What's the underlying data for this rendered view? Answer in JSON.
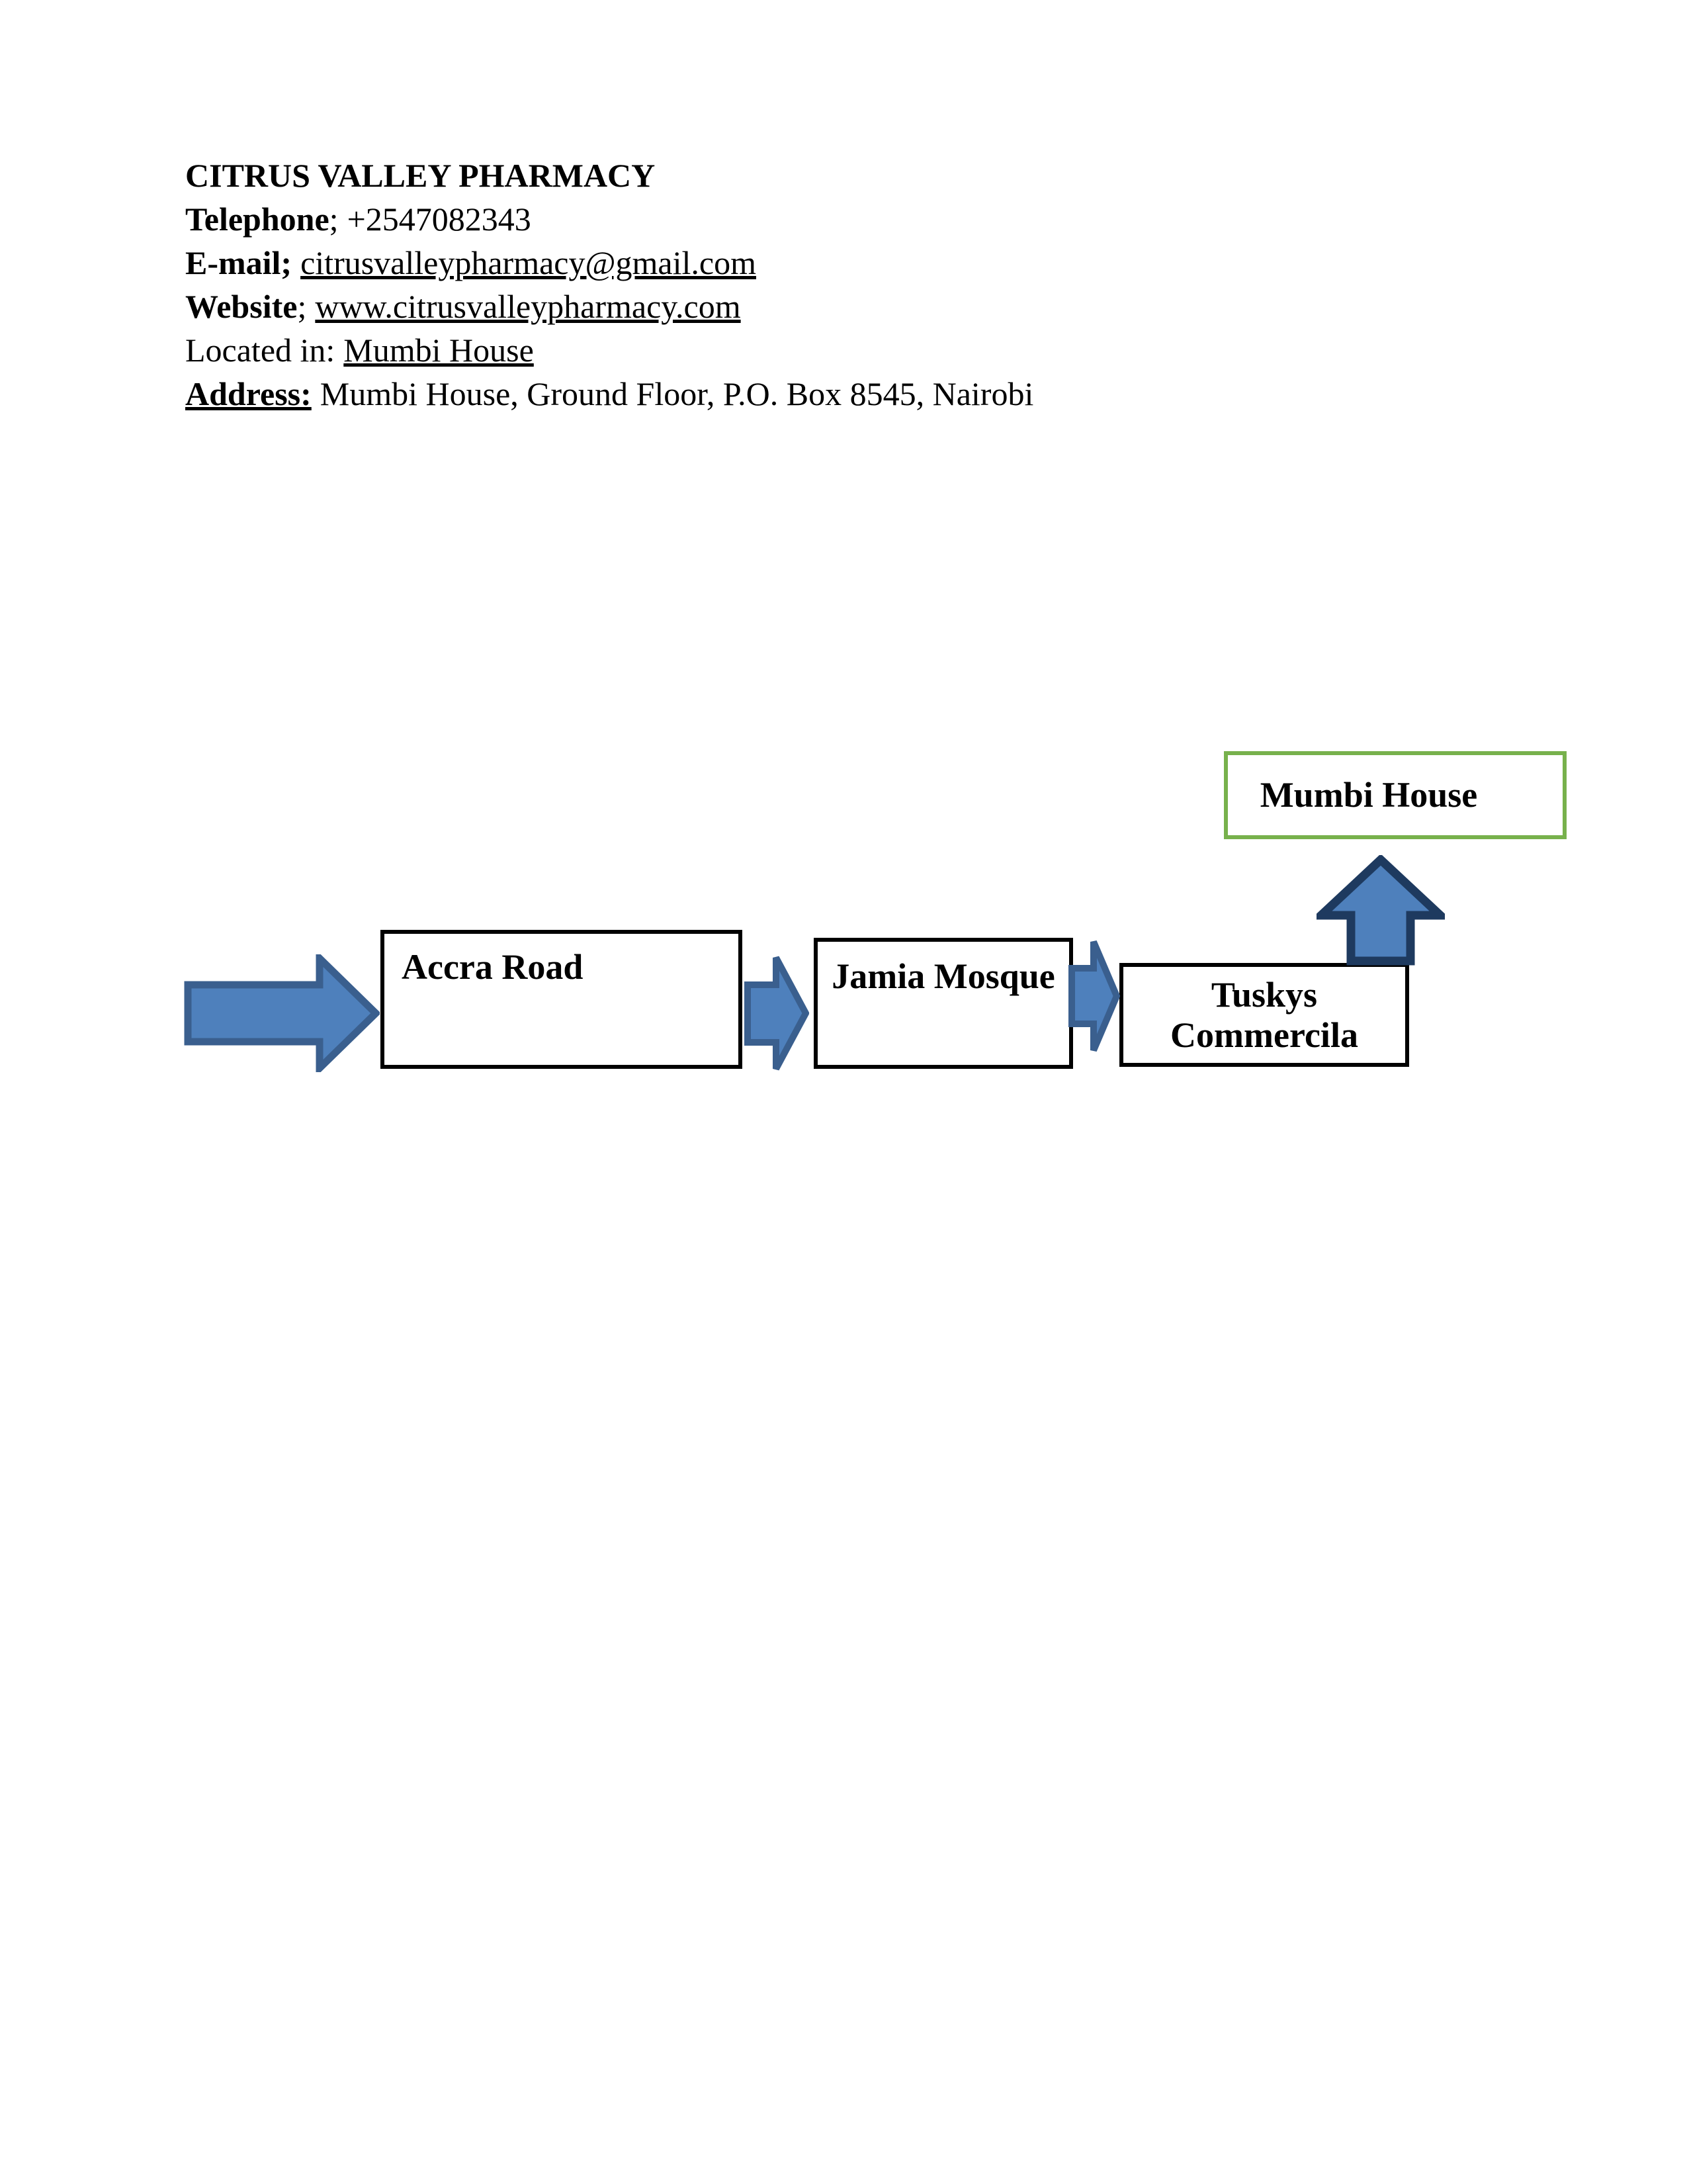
{
  "header": {
    "title": "CITRUS VALLEY PHARMACY",
    "telephone": {
      "label": "Telephone",
      "sep": ";",
      "value": "+2547082343"
    },
    "email": {
      "label": "E-mail;",
      "value": "citrusvalleypharmacy@gmail.com"
    },
    "website": {
      "label": "Website",
      "sep": ";",
      "value": "www.citrusvalleypharmacy.com"
    },
    "located": {
      "label": "Located in:",
      "value": "Mumbi House"
    },
    "address": {
      "label": "Address:",
      "value": "Mumbi House, Ground Floor, P.O. Box 8545, Nairobi"
    }
  },
  "diagram": {
    "landmarks": {
      "mumbi_house": "Mumbi House",
      "accra_road": "Accra Road",
      "jamia_mosque": "Jamia Mosque",
      "tuskys": "Tuskys Commercila"
    }
  },
  "colors": {
    "text": "#000000",
    "box_border": "#000000",
    "green_border": "#77B14C",
    "arrow_fill": "#4E80BC",
    "arrow_border": "#3A5F8E",
    "up_arrow_border": "#1E3A5F"
  }
}
